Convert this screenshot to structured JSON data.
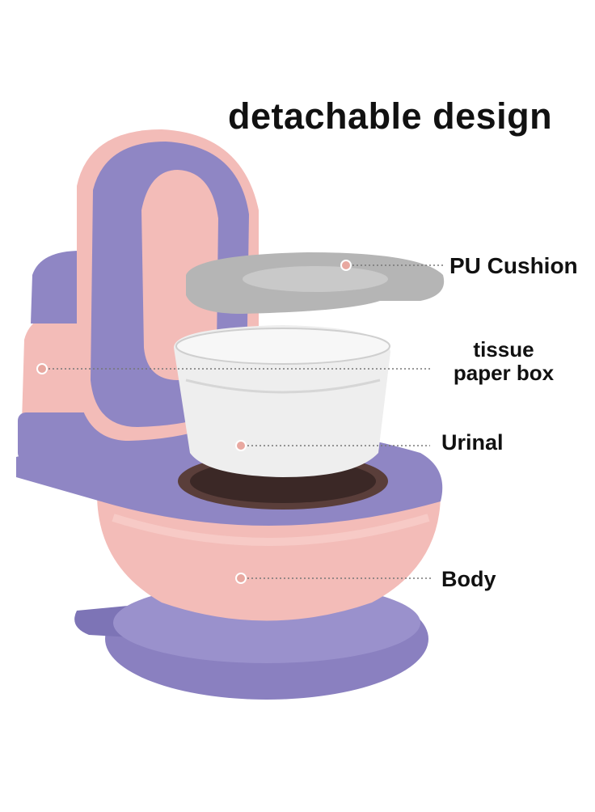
{
  "headline": "detachable design",
  "labels": {
    "pu_cushion": "PU Cushion",
    "tissue_line1": "tissue",
    "tissue_line2": "paper box",
    "urinal": "Urinal",
    "body": "Body"
  },
  "colors": {
    "purple": "#8f86c4",
    "purple_dark": "#7a70b3",
    "pink": "#f3bcb8",
    "pink_light": "#f8d0cc",
    "grey_cushion": "#b5b5b5",
    "white_bowl": "#eeeeee"
  }
}
